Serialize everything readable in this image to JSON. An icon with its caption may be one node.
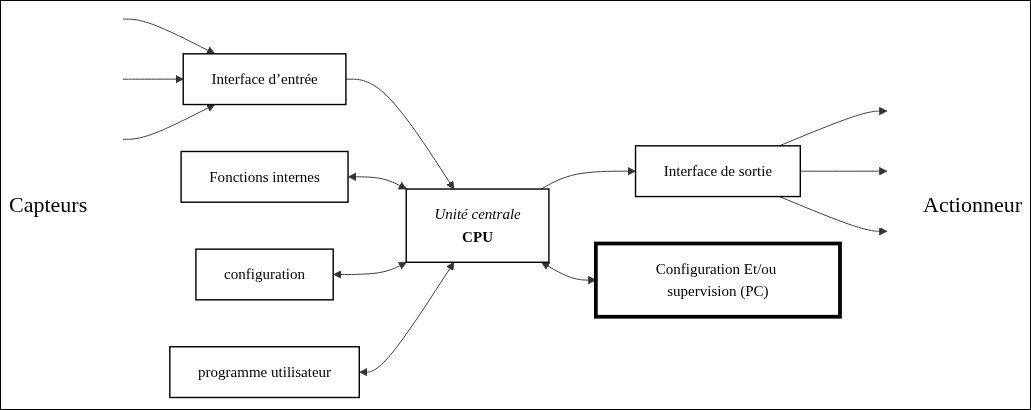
{
  "diagram": {
    "nodes": [
      {
        "text": [
          "Fonctions internes"
        ]
      },
      {
        "text": [
          "configuration"
        ]
      },
      {
        "text": [
          "programme utilisateur"
        ]
      },
      {
        "text": [
          "Interface d’entrée"
        ]
      },
      {
        "text": [
          "Unité centrale",
          "CPU"
        ]
      },
      {
        "text": [
          "Interface de sortie"
        ]
      },
      {
        "text": [
          "Configuration Et/ou supervision (PC)"
        ]
      }
    ],
    "edges": [
      {
        "from": null,
        "to": 3,
        "arrow": "to"
      },
      {
        "from": null,
        "to": 3,
        "arrow": "to"
      },
      {
        "from": null,
        "to": 3,
        "arrow": "to"
      },
      {
        "from": 3,
        "to": 4,
        "arrow": "to"
      },
      {
        "from": 4,
        "to": 5,
        "arrow": "to"
      },
      {
        "from": 5,
        "to": null,
        "arrow": "to"
      },
      {
        "from": 5,
        "to": null,
        "arrow": "to"
      },
      {
        "from": 5,
        "to": null,
        "arrow": "to"
      },
      {
        "from": 0,
        "to": 4,
        "arrow": "both"
      },
      {
        "from": 1,
        "to": 4,
        "arrow": "both"
      },
      {
        "from": 2,
        "to": 4,
        "arrow": "both"
      },
      {
        "from": 4,
        "to": 6,
        "arrow": "both"
      }
    ],
    "labels": [
      "Capteurs",
      "Actionneur"
    ]
  }
}
